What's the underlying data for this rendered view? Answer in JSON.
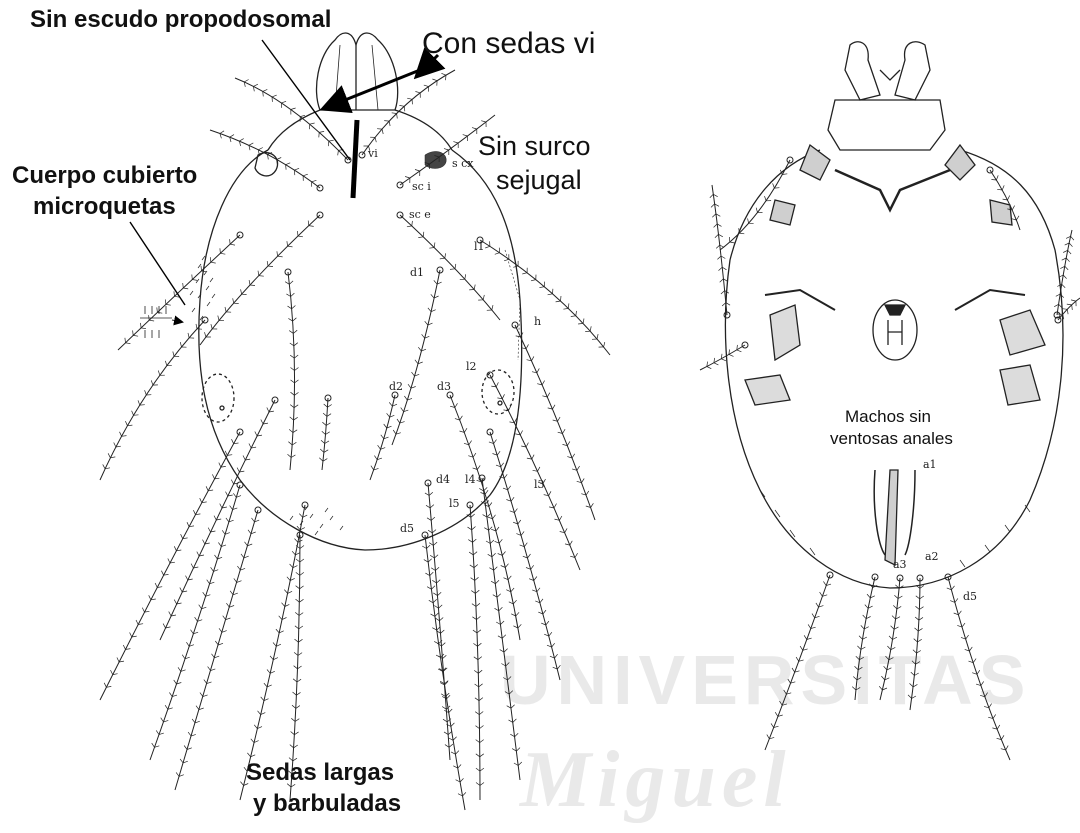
{
  "annotations": {
    "no_shield": "Sin escudo propodosomal",
    "setae_vi": "Con sedas vi",
    "no_groove_line1": "Sin surco",
    "no_groove_line2": "sejugal",
    "body_line1": "Cuerpo cubierto",
    "body_line2": "microquetas",
    "long_setae_line1": "Sedas largas",
    "long_setae_line2": "y barbuladas",
    "males_line1": "Machos sin",
    "males_line2": "ventosas anales"
  },
  "seta_labels": {
    "vi": "vi",
    "scx": "s cx",
    "sci": "sc i",
    "sce": "sc e",
    "l1": "l1",
    "d1": "d1",
    "h": "h",
    "d2": "d2",
    "d3": "d3",
    "l2": "l2",
    "d4": "d4",
    "l4": "l4",
    "l3": "l3",
    "l5": "l5",
    "d5": "d5",
    "a1": "a1",
    "a2": "a2",
    "a3": "a3",
    "d5_ventral": "d5"
  },
  "watermark": {
    "line1": "UNIVERSITAS",
    "line2": "Miguel"
  }
}
